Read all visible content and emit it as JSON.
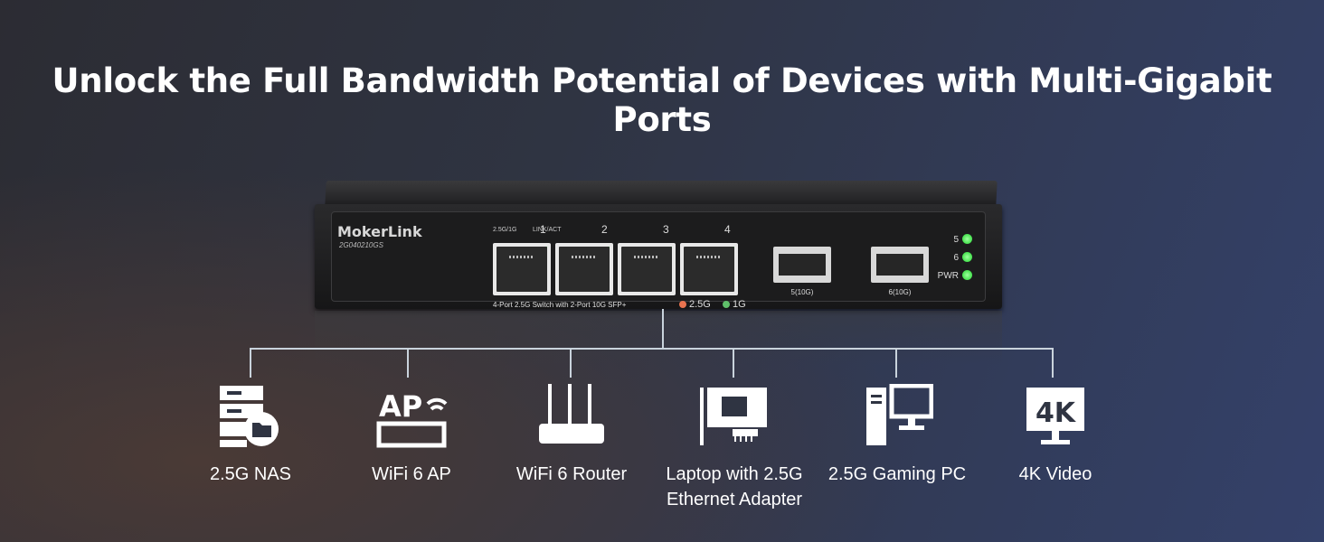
{
  "headline": "Unlock the Full Bandwidth Potential of Devices with Multi-Gigabit Ports",
  "switch": {
    "brand": "MokerLink",
    "model": "2G040210GS",
    "port_head_left": "2.5G/1G",
    "port_head_right": "LINK/ACT",
    "ports": [
      "1",
      "2",
      "3",
      "4"
    ],
    "caption": "4-Port 2.5G Switch with 2-Port 10G SFP+",
    "legend": [
      {
        "label": "2.5G",
        "color": "#e9734f"
      },
      {
        "label": "1G",
        "color": "#5fbf6a"
      }
    ],
    "sfp": [
      "5(10G)",
      "6(10G)"
    ],
    "status_leds": [
      "5",
      "6",
      "PWR"
    ],
    "led_color": "#2fe13a"
  },
  "devices": [
    {
      "icon": "nas-icon",
      "label": "2.5G NAS"
    },
    {
      "icon": "access-point-icon",
      "icon_text": "AP",
      "label": "WiFi 6 AP"
    },
    {
      "icon": "router-icon",
      "label": "WiFi 6 Router"
    },
    {
      "icon": "network-adapter-icon",
      "label": "Laptop with 2.5G Ethernet Adapter"
    },
    {
      "icon": "gaming-pc-icon",
      "label": "2.5G Gaming PC"
    },
    {
      "icon": "4k-monitor-icon",
      "icon_text": "4K",
      "label": "4K Video"
    }
  ]
}
